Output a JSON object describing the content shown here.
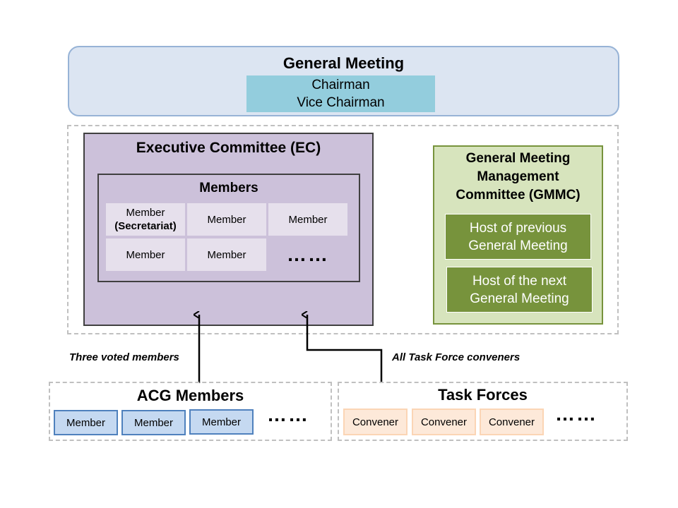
{
  "general_meeting": {
    "title": "General Meeting",
    "chairman": "Chairman",
    "vice_chairman": "Vice Chairman"
  },
  "executive_committee": {
    "title": "Executive Committee (EC)",
    "members_title": "Members",
    "members": [
      {
        "label": "Member",
        "sub": "(Secretariat)"
      },
      {
        "label": "Member",
        "sub": ""
      },
      {
        "label": "Member",
        "sub": ""
      },
      {
        "label": "Member",
        "sub": ""
      },
      {
        "label": "Member",
        "sub": ""
      }
    ],
    "more": "……"
  },
  "gmmc": {
    "title_line1": "General Meeting",
    "title_line2": "Management",
    "title_line3": "Committee (GMMC)",
    "host_previous_line1": "Host of previous",
    "host_previous_line2": "General Meeting",
    "host_next_line1": "Host of the next",
    "host_next_line2": "General Meeting"
  },
  "edges": {
    "acg_to_ec": "Three voted members",
    "tf_to_ec": "All Task Force conveners"
  },
  "acg_members": {
    "title": "ACG Members",
    "items": [
      "Member",
      "Member",
      "Member"
    ],
    "more": "……"
  },
  "task_forces": {
    "title": "Task Forces",
    "items": [
      "Convener",
      "Convener",
      "Convener"
    ],
    "more": "……"
  },
  "colors": {
    "general_meeting_fill": "#dce5f2",
    "chair_fill": "#93cddd",
    "ec_fill": "#ccc1da",
    "gmmc_fill": "#d7e4bd",
    "gmmc_host_fill": "#77933c",
    "acg_member_fill": "#c5d9f1",
    "convener_fill": "#fde9d9"
  }
}
